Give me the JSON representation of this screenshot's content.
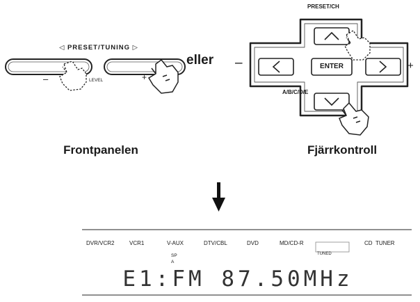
{
  "front_panel": {
    "title": "◁ PRESET/TUNING ▷",
    "minus": "–",
    "plus": "+",
    "level_label": "LEVEL",
    "caption": "Frontpanelen"
  },
  "connector": "eller",
  "remote": {
    "preset_label": "PRESET/CH",
    "enter_label": "ENTER",
    "abcde_label": "A/B/C/D/E",
    "minus": "–",
    "plus": "+",
    "caption": "Fjärrkontroll"
  },
  "display": {
    "sources": [
      "DVR/VCR2",
      "VCR1",
      "V-AUX",
      "DTV/CBL",
      "DVD",
      "MD/CD-R",
      "CD",
      "TUNER"
    ],
    "indicator_sp": "SP",
    "indicator_a": "A",
    "indicator_tuned": "TUNED",
    "readout": "E1:FM  87.50MHz"
  },
  "icons": {
    "arrow": "down-arrow-icon",
    "hand": "pointing-hand-icon"
  }
}
